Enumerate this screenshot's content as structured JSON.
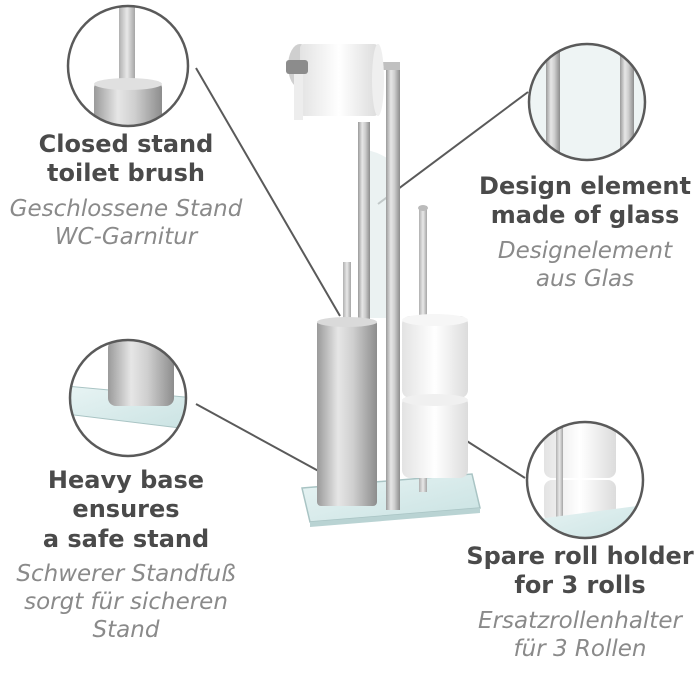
{
  "features": {
    "brush": {
      "en": [
        "Closed stand",
        "toilet brush"
      ],
      "de": [
        "Geschlossene Stand",
        "WC-Garnitur"
      ]
    },
    "glass": {
      "en": [
        "Design element",
        "made of glass"
      ],
      "de": [
        "Designelement",
        "aus Glas"
      ]
    },
    "base": {
      "en": [
        "Heavy base ensures",
        "a safe stand"
      ],
      "de": [
        "Schwerer Standfuß",
        "sorgt für sicheren",
        "Stand"
      ]
    },
    "spare": {
      "en": [
        "Spare roll holder",
        "for 3 rolls"
      ],
      "de": [
        "Ersatzrollenhalter",
        "für 3 Rollen"
      ]
    }
  },
  "colors": {
    "heading": "#4a4a4a",
    "subheading": "#8a8a8a",
    "circle_border": "#5a5a5a",
    "glass": "#dbeeee",
    "steel": "#c4c4c4"
  }
}
